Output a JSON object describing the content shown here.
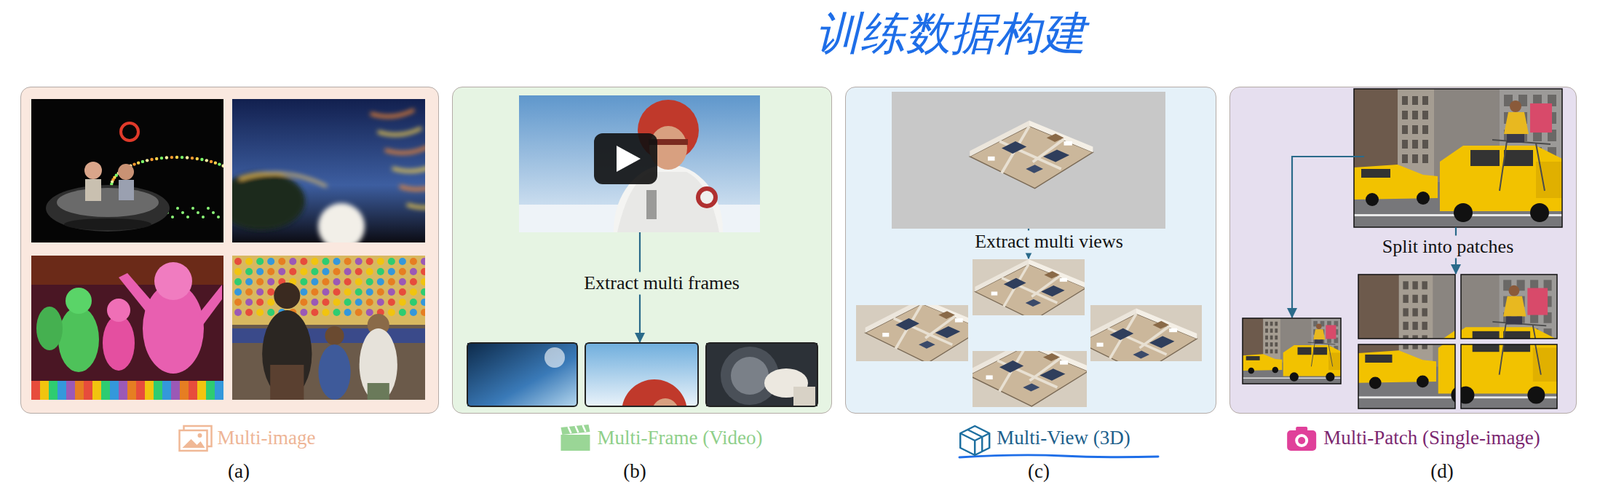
{
  "diagram": {
    "nodes": [
      {
        "text": [
          "Multi-image",
          "(a)"
        ]
      },
      {
        "text": [
          "Extract multi frames",
          "Multi-Frame (Video)",
          "(b)"
        ]
      },
      {
        "text": [
          "Extract multi views",
          "Multi-View (3D)",
          "(c)"
        ]
      },
      {
        "text": [
          "Split into patches",
          "Multi-Patch (Single-image)",
          "(d)"
        ]
      }
    ],
    "labels": [
      "训练数据构建"
    ]
  }
}
